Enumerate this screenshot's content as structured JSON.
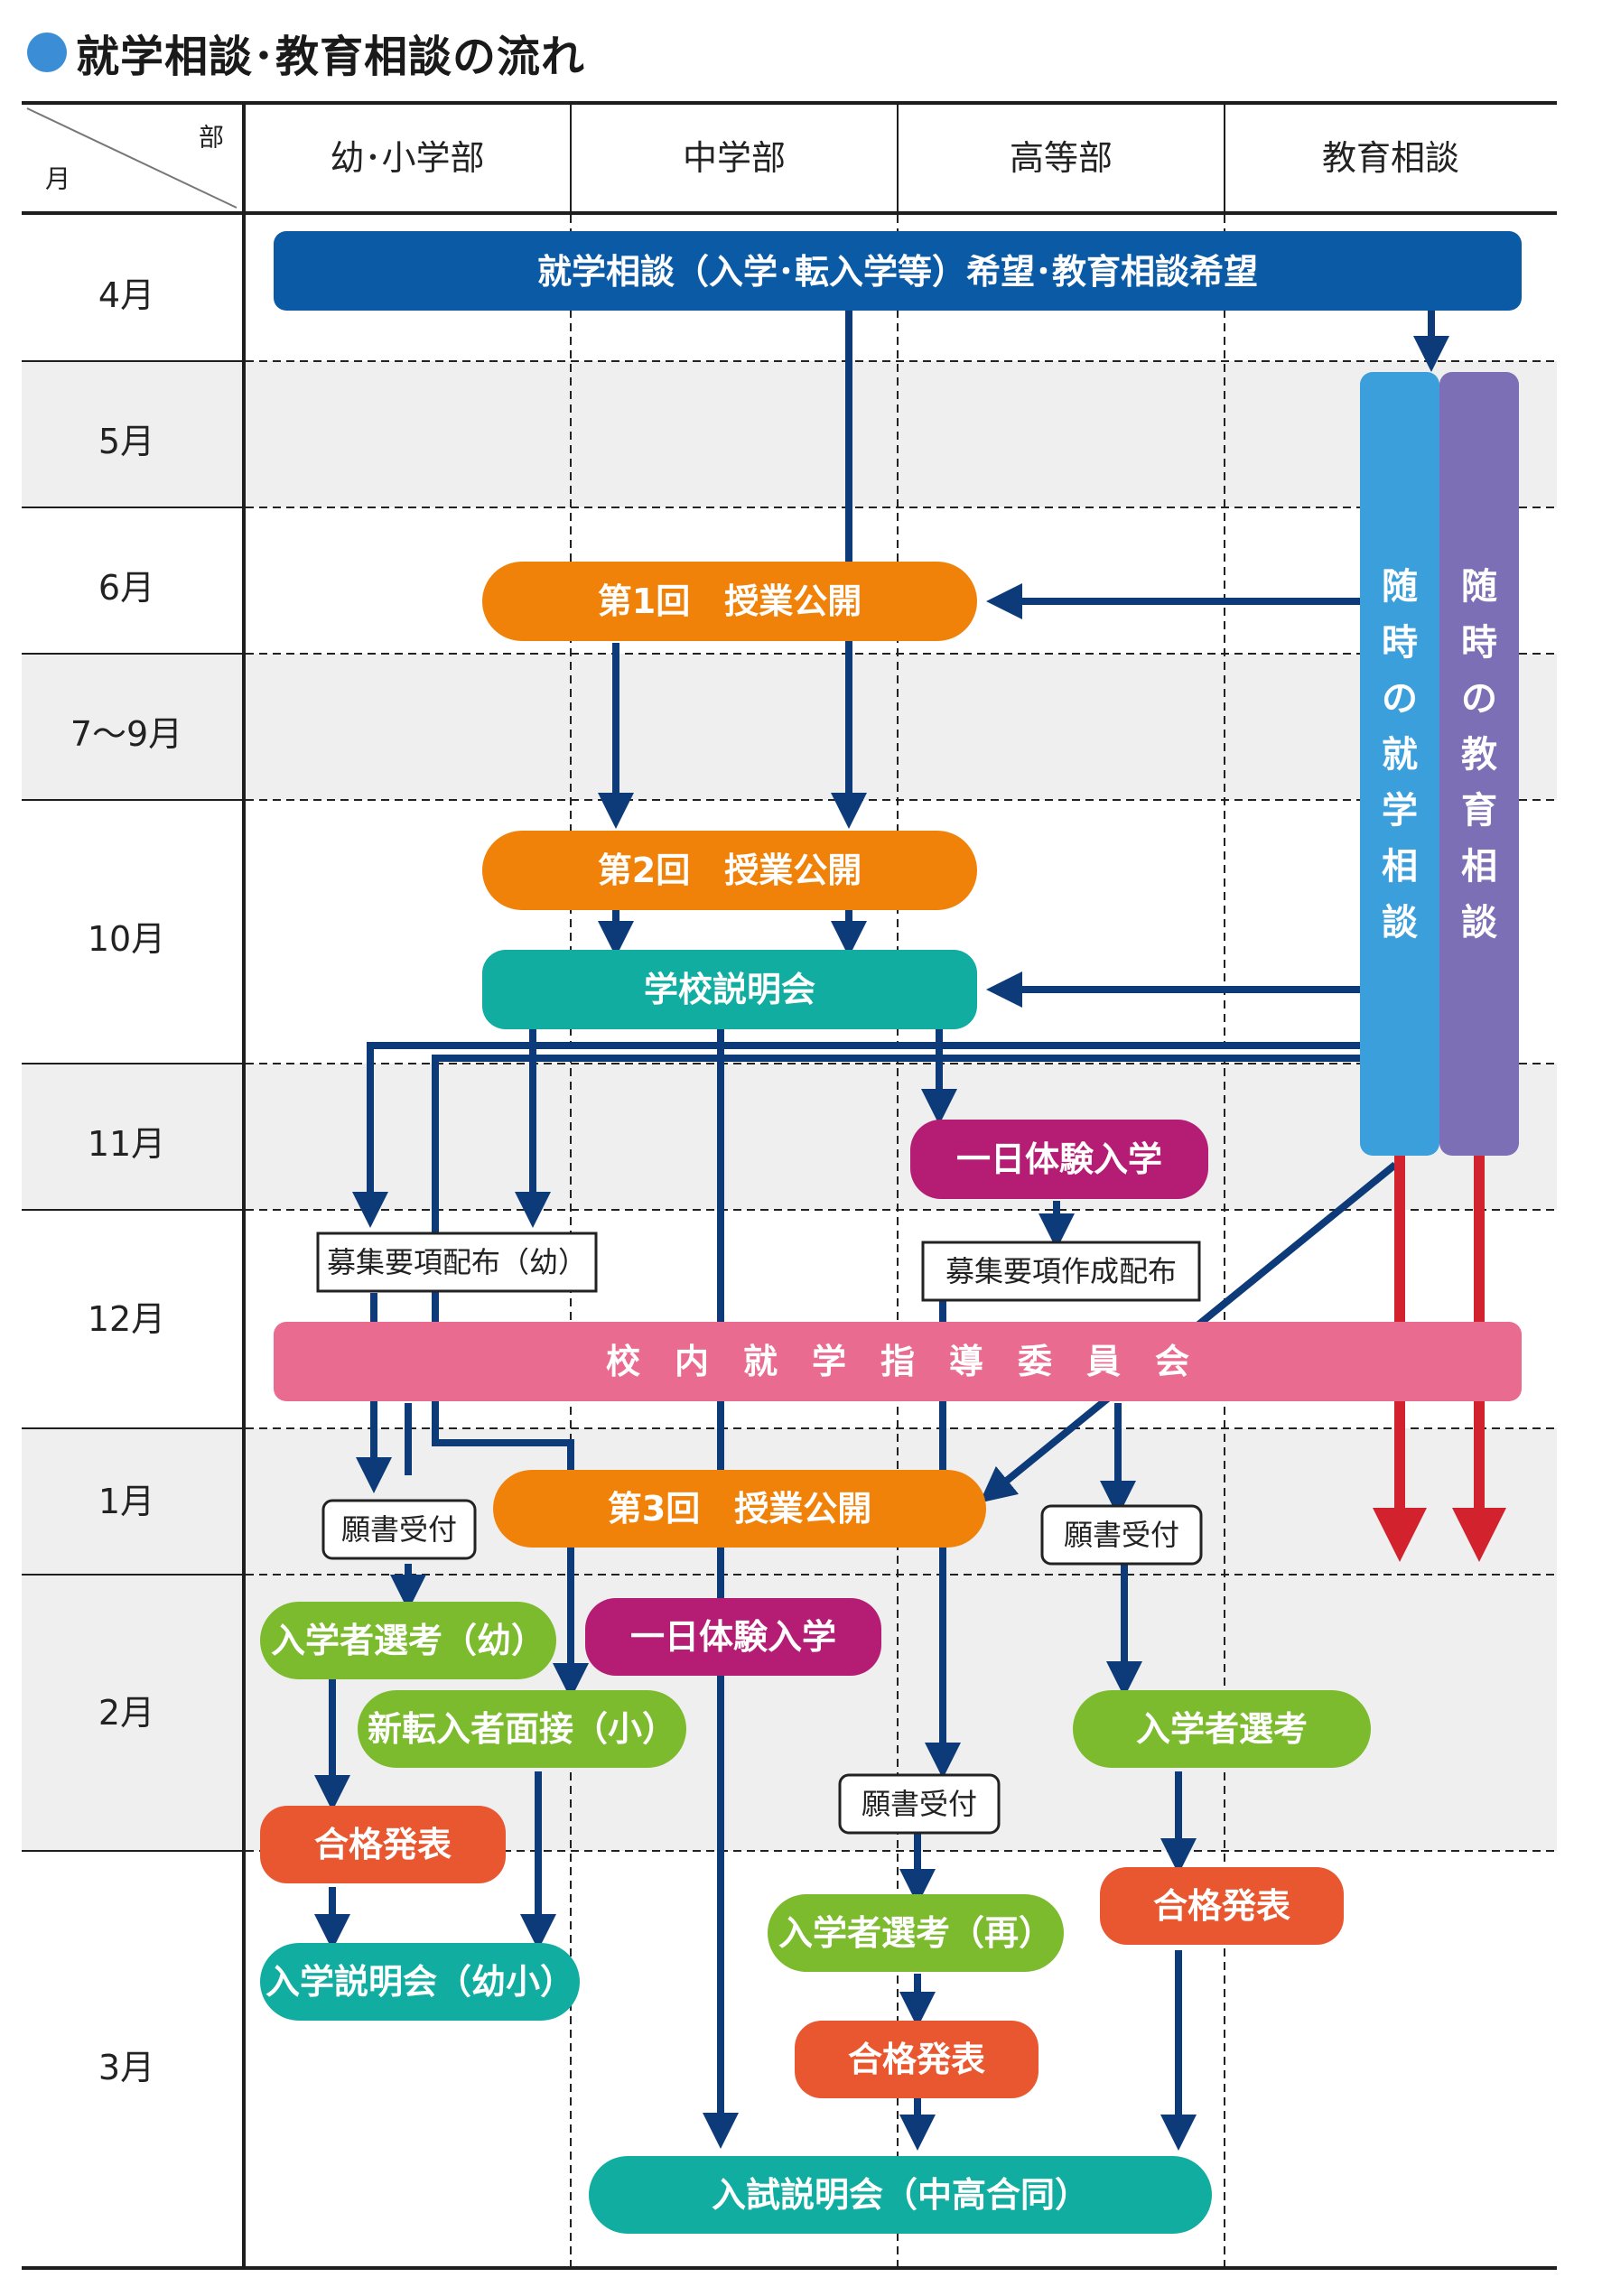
{
  "title": "就学相談･教育相談の流れ",
  "header": {
    "corner_top": "部",
    "corner_bottom": "月",
    "columns": [
      "幼･小学部",
      "中学部",
      "高等部",
      "教育相談"
    ]
  },
  "months": [
    "4月",
    "5月",
    "6月",
    "7〜9月",
    "10月",
    "11月",
    "12月",
    "1月",
    "2月",
    "3月"
  ],
  "nodes": {
    "top": "就学相談（入学･転入学等）希望･教育相談希望",
    "open1": "第1回　授業公開",
    "open2": "第2回　授業公開",
    "setsumei": "学校説明会",
    "taiken1": "一日体験入学",
    "boshu_yo": "募集要項配布（幼）",
    "boshu_kou": "募集要項作成配布",
    "iinkai": "校　内　就　学　指　導　委　員　会",
    "open3": "第3回　授業公開",
    "gansho1": "願書受付",
    "gansho2": "願書受付",
    "gansho3": "願書受付",
    "senko_yo": "入学者選考（幼）",
    "taiken2": "一日体験入学",
    "mensetsu": "新転入者面接（小）",
    "senko_kou": "入学者選考",
    "goukaku1": "合格発表",
    "goukaku2": "合格発表",
    "goukaku3": "合格発表",
    "senko_sai": "入学者選考（再）",
    "setsumei_yosho": "入学説明会（幼小）",
    "nyushi": "入試説明会（中高合同）"
  },
  "vertical_bars": {
    "shugaku": [
      "随",
      "時",
      "の",
      "就",
      "学",
      "相",
      "談"
    ],
    "kyoiku": [
      "随",
      "時",
      "の",
      "教",
      "育",
      "相",
      "談"
    ]
  },
  "colors": {
    "title_dot": "#3b8ed6",
    "navy": "#0b5aa6",
    "orange": "#f0820a",
    "teal": "#11ada0",
    "magenta": "#b51c74",
    "pink": "#e96b8f",
    "green": "#7cba2e",
    "red_orange": "#e8572f",
    "sky": "#3a9fdb",
    "purple": "#7c6fb5",
    "arrow_navy": "#0d3a78",
    "arrow_red": "#d2222d"
  }
}
